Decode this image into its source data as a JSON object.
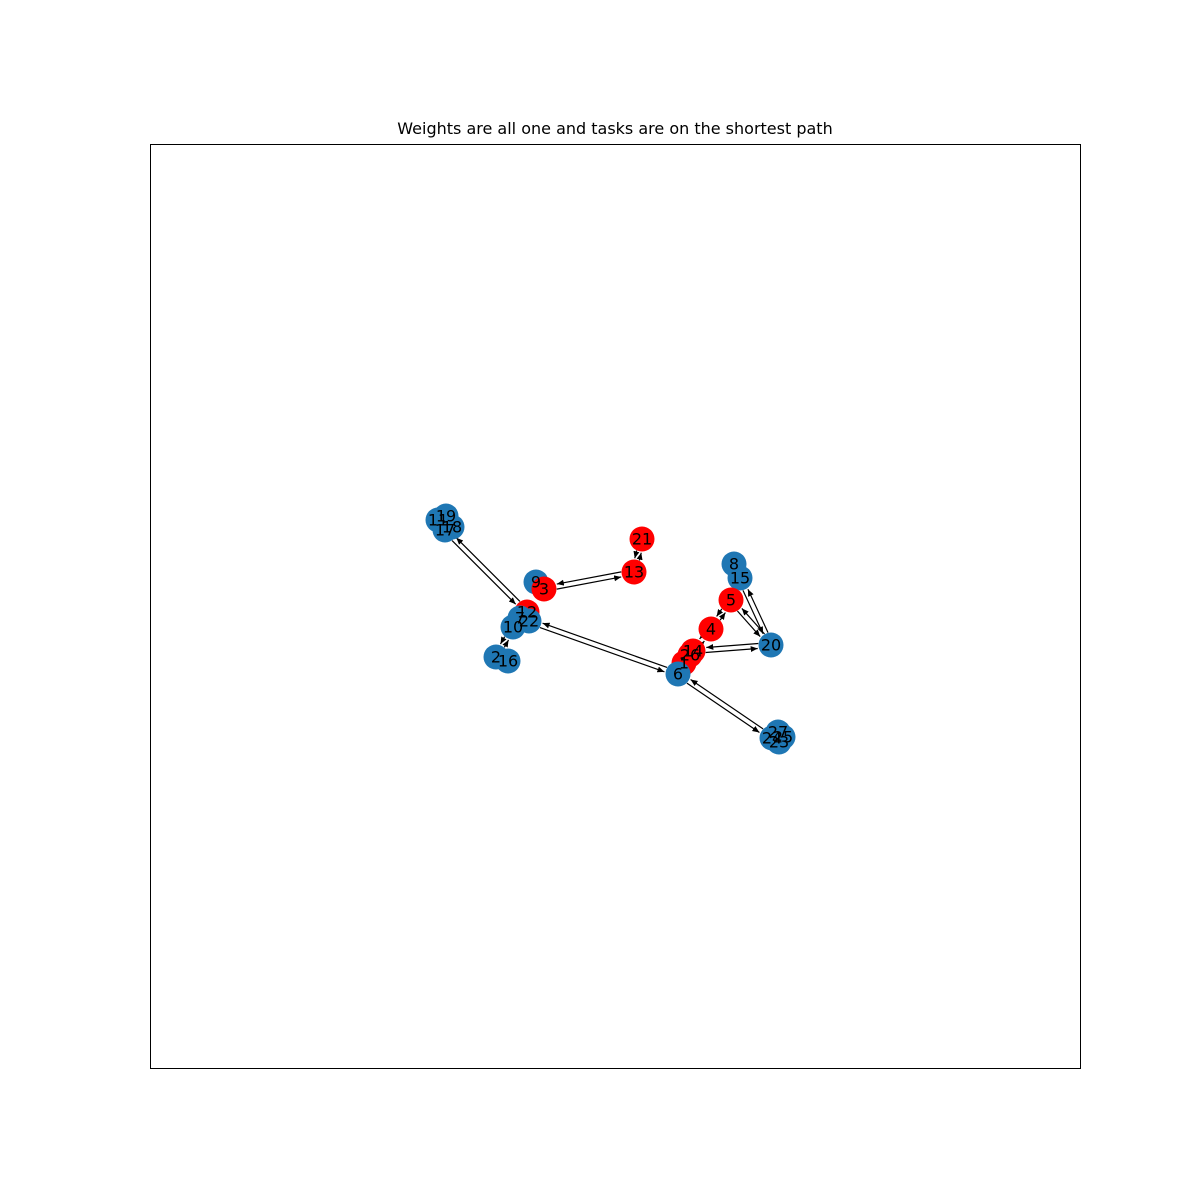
{
  "title": "Weights are all one and tasks are on the shortest path",
  "colors": {
    "task_node": "#ff0000",
    "regular_node": "#1f77b4",
    "edge": "#000000",
    "frame": "#000000",
    "background": "#ffffff"
  },
  "nodes": [
    {
      "id": "11",
      "task": false
    },
    {
      "id": "19",
      "task": false
    },
    {
      "id": "18",
      "task": false
    },
    {
      "id": "17",
      "task": false
    },
    {
      "id": "9",
      "task": false
    },
    {
      "id": "3",
      "task": true
    },
    {
      "id": "12",
      "task": true
    },
    {
      "id": "7",
      "task": false
    },
    {
      "id": "22",
      "task": false
    },
    {
      "id": "10",
      "task": false
    },
    {
      "id": "2",
      "task": false
    },
    {
      "id": "16",
      "task": false
    },
    {
      "id": "21",
      "task": true
    },
    {
      "id": "13",
      "task": true
    },
    {
      "id": "8",
      "task": false
    },
    {
      "id": "15",
      "task": false
    },
    {
      "id": "5",
      "task": true
    },
    {
      "id": "4",
      "task": true
    },
    {
      "id": "14",
      "task": true
    },
    {
      "id": "26",
      "task": true
    },
    {
      "id": "1",
      "task": true
    },
    {
      "id": "6",
      "task": false
    },
    {
      "id": "20",
      "task": false
    },
    {
      "id": "27",
      "task": false
    },
    {
      "id": "24",
      "task": false
    },
    {
      "id": "25",
      "task": false
    },
    {
      "id": "23",
      "task": false
    }
  ],
  "edges": [
    {
      "from": "17",
      "to": "12"
    },
    {
      "from": "12",
      "to": "17"
    },
    {
      "from": "3",
      "to": "13"
    },
    {
      "from": "13",
      "to": "3"
    },
    {
      "from": "13",
      "to": "21"
    },
    {
      "from": "21",
      "to": "13"
    },
    {
      "from": "22",
      "to": "6"
    },
    {
      "from": "6",
      "to": "22"
    },
    {
      "from": "10",
      "to": "2"
    },
    {
      "from": "2",
      "to": "10"
    },
    {
      "from": "14",
      "to": "4"
    },
    {
      "from": "4",
      "to": "14"
    },
    {
      "from": "4",
      "to": "5"
    },
    {
      "from": "5",
      "to": "4"
    },
    {
      "from": "5",
      "to": "20"
    },
    {
      "from": "20",
      "to": "5"
    },
    {
      "from": "15",
      "to": "20"
    },
    {
      "from": "20",
      "to": "15"
    },
    {
      "from": "14",
      "to": "20"
    },
    {
      "from": "20",
      "to": "14"
    },
    {
      "from": "6",
      "to": "24"
    },
    {
      "from": "24",
      "to": "6"
    }
  ]
}
